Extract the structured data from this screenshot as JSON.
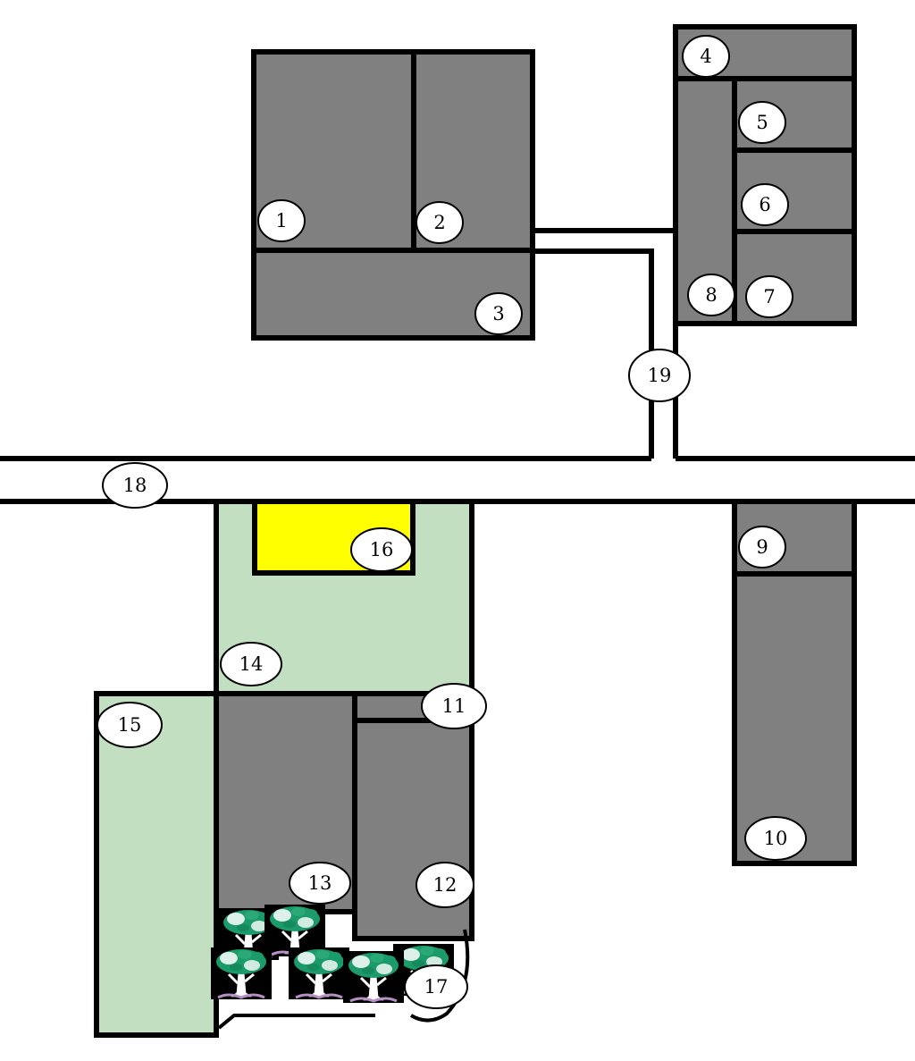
{
  "colors": {
    "building": "#808080",
    "green_area": "#c2dfc2",
    "highlight": "#ffff00",
    "outline": "#000000",
    "marker_fill": "#ffffff"
  },
  "icons": {
    "tree": "tree-icon"
  },
  "markers": [
    {
      "id": "1",
      "label": "1"
    },
    {
      "id": "2",
      "label": "2"
    },
    {
      "id": "3",
      "label": "3"
    },
    {
      "id": "4",
      "label": "4"
    },
    {
      "id": "5",
      "label": "5"
    },
    {
      "id": "6",
      "label": "6"
    },
    {
      "id": "7",
      "label": "7"
    },
    {
      "id": "8",
      "label": "8"
    },
    {
      "id": "9",
      "label": "9"
    },
    {
      "id": "10",
      "label": "10"
    },
    {
      "id": "11",
      "label": "11"
    },
    {
      "id": "12",
      "label": "12"
    },
    {
      "id": "13",
      "label": "13"
    },
    {
      "id": "14",
      "label": "14"
    },
    {
      "id": "15",
      "label": "15"
    },
    {
      "id": "16",
      "label": "16"
    },
    {
      "id": "17",
      "label": "17"
    },
    {
      "id": "18",
      "label": "18"
    },
    {
      "id": "19",
      "label": "19"
    }
  ]
}
